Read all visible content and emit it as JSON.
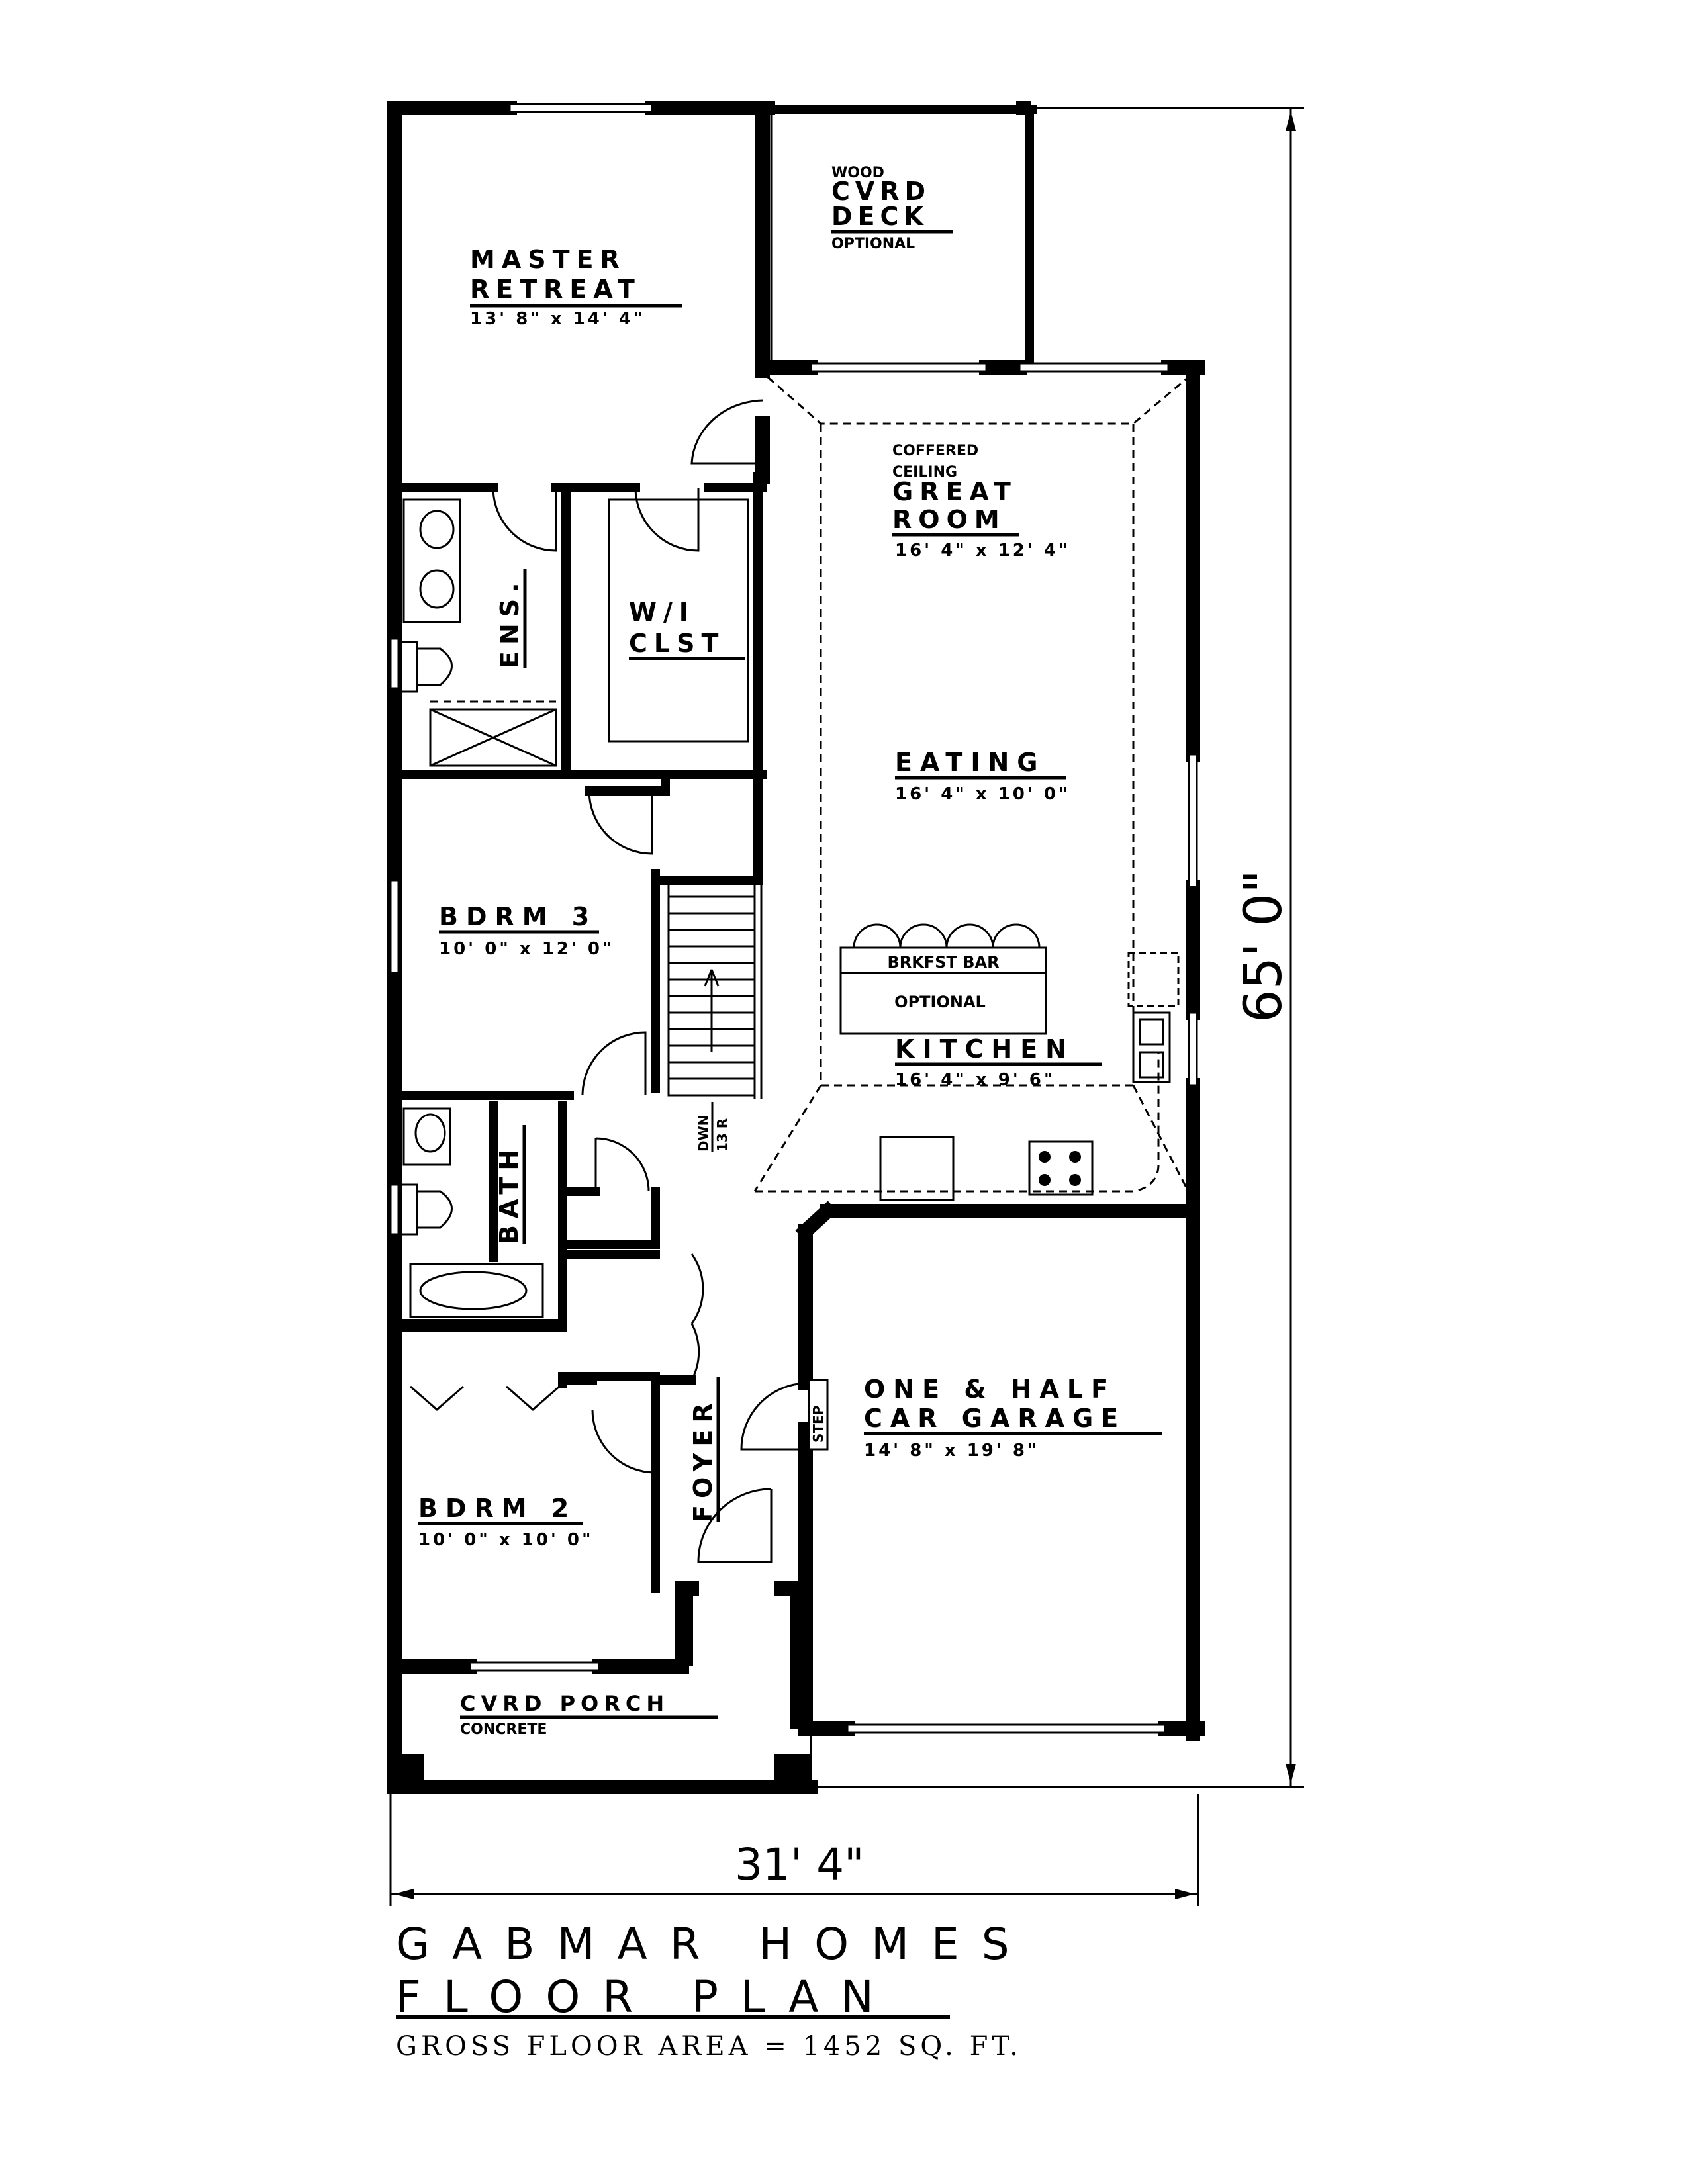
{
  "rooms": {
    "master": {
      "name_line1": "MASTER",
      "name_line2": "RETREAT",
      "size": "13' 8\" x 14' 4\""
    },
    "deck": {
      "line1": "WOOD",
      "line2": "CVRD",
      "line3": "DECK",
      "line4": "OPTIONAL"
    },
    "great": {
      "line1": "COFFERED",
      "line2": "CEILING",
      "line3": "GREAT",
      "line4": "ROOM",
      "size": "16' 4\" x 12' 4\""
    },
    "ens": {
      "name": "ENS."
    },
    "wic": {
      "line1": "W/I",
      "line2": "CLST"
    },
    "eating": {
      "name": "EATING",
      "size": "16' 4\" x 10' 0\""
    },
    "bdrm3": {
      "name": "BDRM 3",
      "size": "10' 0\" x 12' 0\""
    },
    "brkfst": {
      "line1": "BRKFST BAR",
      "line2": "OPTIONAL"
    },
    "kitchen": {
      "name": "KITCHEN",
      "size": "16' 4\" x 9' 6\""
    },
    "stairs": {
      "line1": "DWN",
      "line2": "13 R"
    },
    "bath": {
      "name": "BATH"
    },
    "garage": {
      "line1": "ONE & HALF",
      "line2": "CAR GARAGE",
      "size": "14' 8\" x 19' 8\""
    },
    "step": {
      "name": "STEP"
    },
    "foyer": {
      "name": "FOYER"
    },
    "bdrm2": {
      "name": "BDRM 2",
      "size": "10' 0\" x 10' 0\""
    },
    "porch": {
      "line1": "CVRD PORCH",
      "line2": "CONCRETE"
    }
  },
  "dimensions": {
    "depth": "65' 0\"",
    "width": "31' 4\""
  },
  "title_block": {
    "company": "GABMAR HOMES",
    "plan": "FLOOR PLAN",
    "area": "GROSS FLOOR AREA = 1452 SQ. FT."
  }
}
